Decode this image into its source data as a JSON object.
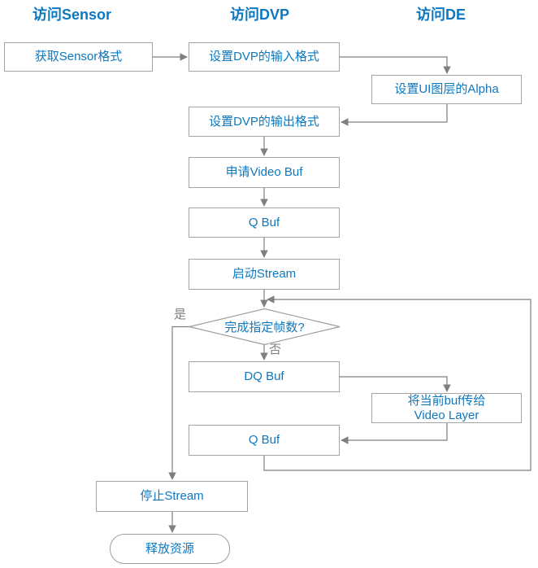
{
  "diagram": {
    "headers": {
      "sensor": "访问Sensor",
      "dvp": "访问DVP",
      "de": "访问DE"
    },
    "nodes": {
      "get_sensor_format": "获取Sensor格式",
      "set_dvp_input_format": "设置DVP的输入格式",
      "set_ui_layer_alpha": "设置UI图层的Alpha",
      "set_dvp_output_format": "设置DVP的输出格式",
      "request_video_buf": "申请Video Buf",
      "q_buf_1": "Q Buf",
      "start_stream": "启动Stream",
      "decision_frames_done": "完成指定帧数?",
      "dq_buf": "DQ Buf",
      "pass_buf_line1": "将当前buf传给",
      "pass_buf_line2": "Video Layer",
      "q_buf_2": "Q Buf",
      "stop_stream": "停止Stream",
      "release_resources": "释放资源"
    },
    "edge_labels": {
      "yes": "是",
      "no": "否"
    },
    "colors": {
      "node_text_blue": "#0d78c0",
      "header_blue": "#0d78c0",
      "box_border_gray": "#a3a3a3",
      "connector_gray": "#7f7f7f",
      "edge_label_gray": "#808080"
    }
  }
}
